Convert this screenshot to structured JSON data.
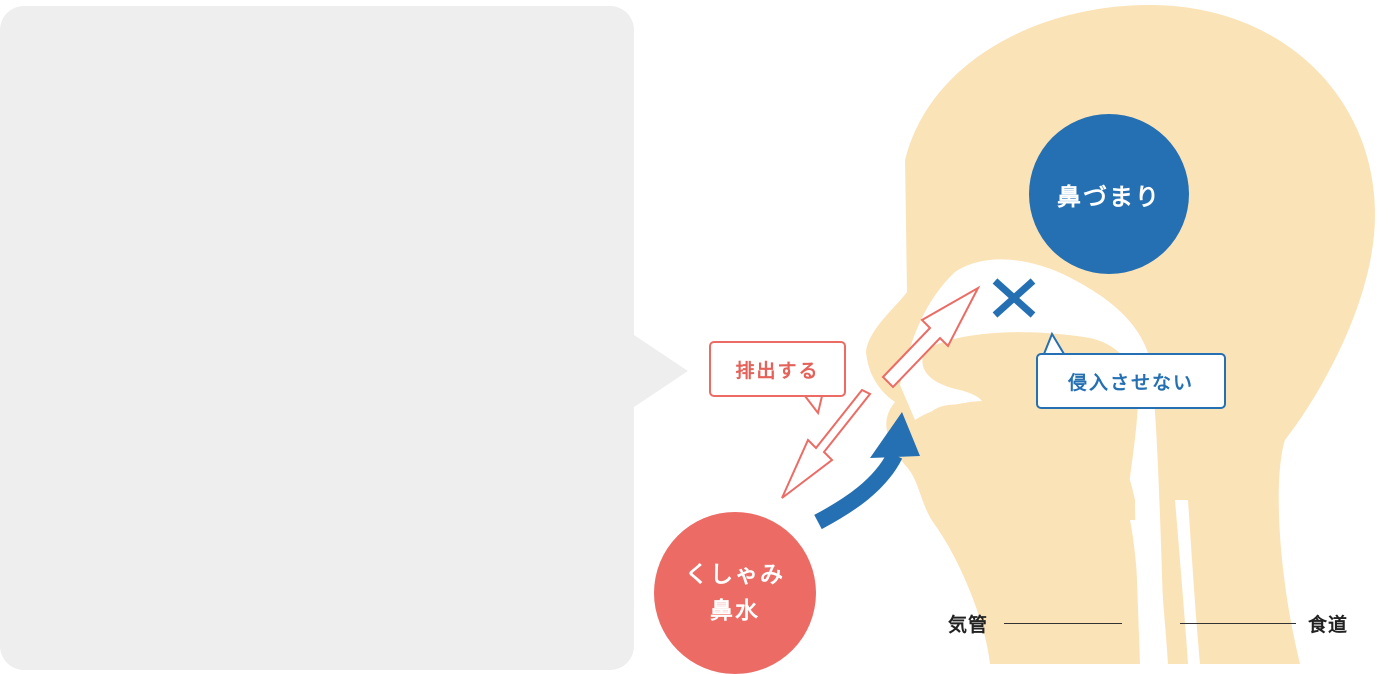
{
  "circles": {
    "congestion": "鼻づまり",
    "sneeze_line1": "くしゃみ",
    "sneeze_line2": "鼻水"
  },
  "callouts": {
    "expel": "排出する",
    "block": "侵入させない"
  },
  "labels": {
    "trachea": "気管",
    "esophagus": "食道"
  },
  "colors": {
    "skin": "#fbe3b8",
    "blue": "#2470b3",
    "red": "#ec6b64",
    "panel": "#eeeeee"
  }
}
